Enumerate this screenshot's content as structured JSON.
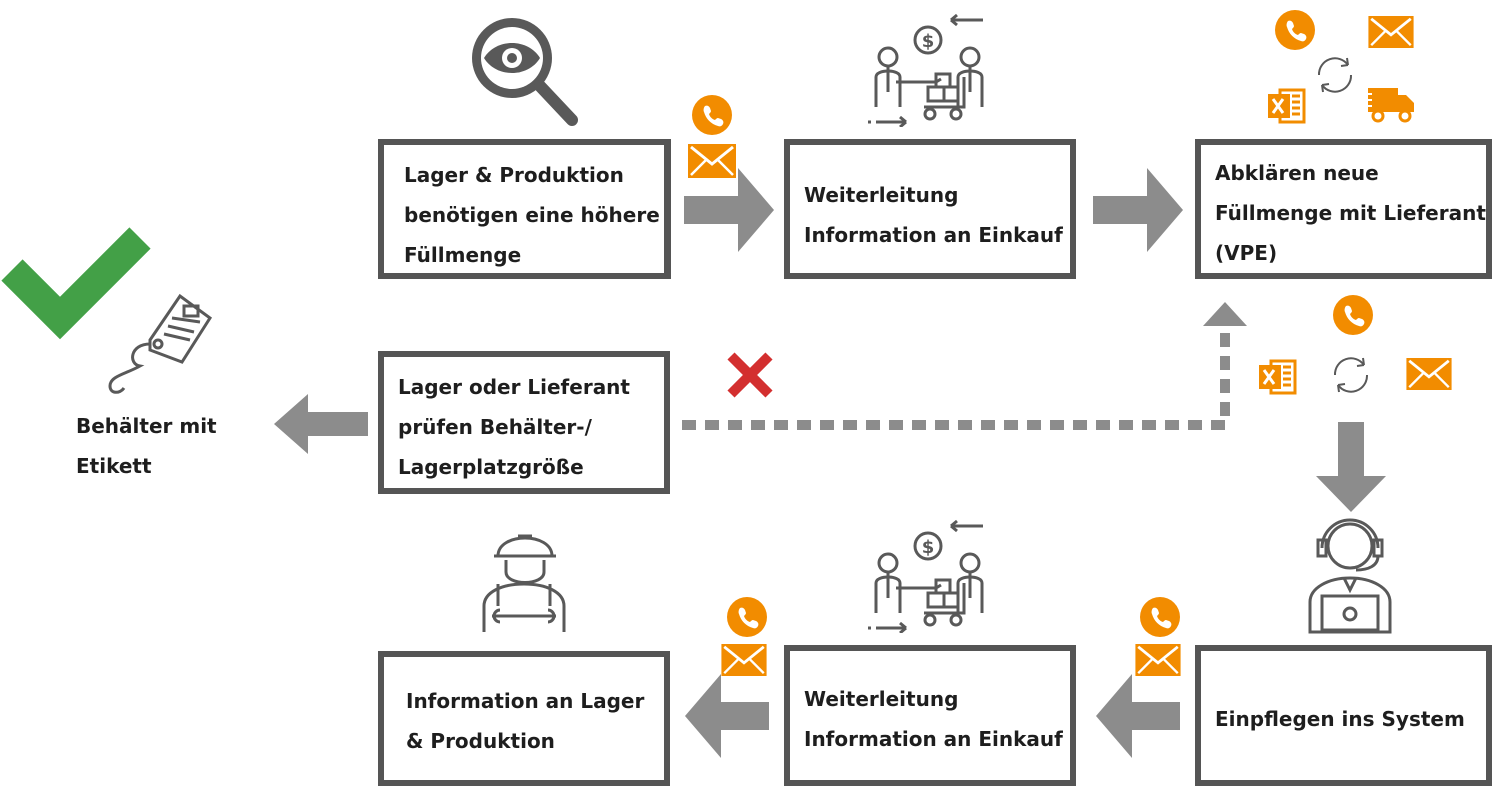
{
  "colors": {
    "box_border": "#555555",
    "arrow": "#8c8c8c",
    "accent_orange": "#f28c00",
    "check_green": "#43a047",
    "cross_red": "#d32f2f",
    "icon_gray": "#595959"
  },
  "steps": [
    {
      "id": "step1",
      "text": "Lager & Produktion\nbenötigen eine höhere\nFüllmenge"
    },
    {
      "id": "step2",
      "text": "Weiterleitung\nInformation an Einkauf"
    },
    {
      "id": "step3",
      "text": "Abklären neue\nFüllmenge mit Lieferant\n(VPE)"
    },
    {
      "id": "step4",
      "text": "Einpflegen ins System"
    },
    {
      "id": "step5",
      "text": "Weiterleitung\nInformation an Einkauf"
    },
    {
      "id": "step6",
      "text": "Information an Lager\n& Produktion"
    },
    {
      "id": "step7",
      "text": "Lager oder Lieferant\nprüfen Behälter-/\nLagerplatzgröße"
    }
  ],
  "result": {
    "text": "Behälter mit\nEtikett"
  },
  "icons": [
    "magnifier-eye-icon",
    "phone-icon",
    "mail-icon",
    "negotiation-icon",
    "excel-icon",
    "refresh-icon",
    "delivery-truck-icon",
    "check-icon",
    "tag-icon",
    "cross-icon",
    "support-agent-icon",
    "worker-icon"
  ]
}
